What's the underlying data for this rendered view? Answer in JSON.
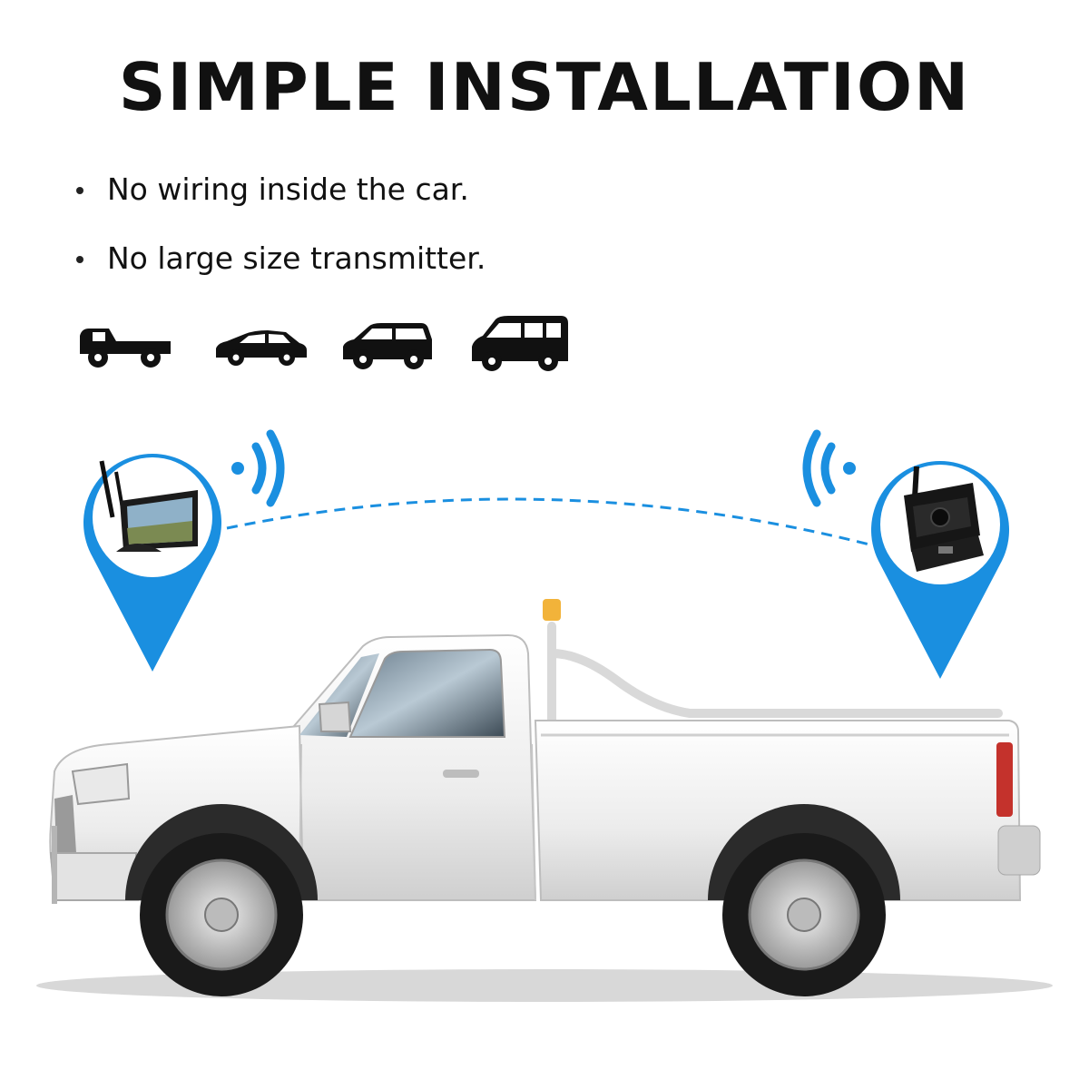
{
  "heading": "SIMPLE INSTALLATION",
  "bullets": [
    "No wiring inside the car.",
    "No large size transmitter."
  ],
  "vehicle_icons": [
    "flatbed-truck-icon",
    "sedan-icon",
    "suv-icon",
    "minivan-icon"
  ],
  "colors": {
    "accent_blue": "#1a8fe0",
    "text": "#111111",
    "truck_body": "#f2f2f2"
  }
}
